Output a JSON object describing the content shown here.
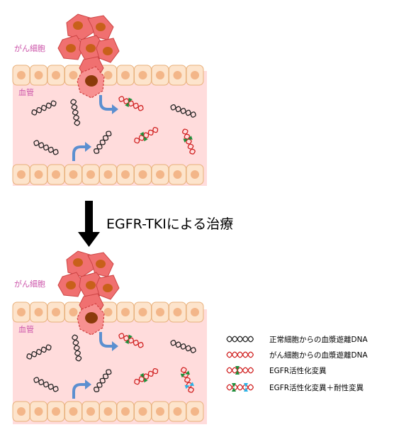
{
  "labels": {
    "cancer_cell_label": "がん細胞",
    "vessel_label": "血管",
    "treatment": "EGFR-TKIによる治療"
  },
  "legend": {
    "items": [
      {
        "label": "正常細胞からの血漿遊離DNA",
        "type": "normal-dna"
      },
      {
        "label": "がん細胞からの血漿遊離DNA",
        "type": "tumor-dna"
      },
      {
        "label": "EGFR活性化変異",
        "type": "activating-mutation"
      },
      {
        "label": "EGFR活性化変異＋耐性変異",
        "type": "resistance-mutation"
      }
    ]
  },
  "colors": {
    "cell_fill": "#fde4cc",
    "cell_stroke": "#e8b07a",
    "nucleus": "#f3b689",
    "vessel_fill": "#ffdcdc",
    "label_pink": "#cc55aa",
    "tumor_cell": "#f07070",
    "tumor_nucleus": "#c8601a",
    "dark_nucleus": "#8b3a0a",
    "arrow_blue": "#5b8fd0",
    "mutation_green": "#1d8f3a",
    "mutation_cyan": "#2ab4e8",
    "dna_red": "#d02020",
    "dna_black": "#222222"
  }
}
